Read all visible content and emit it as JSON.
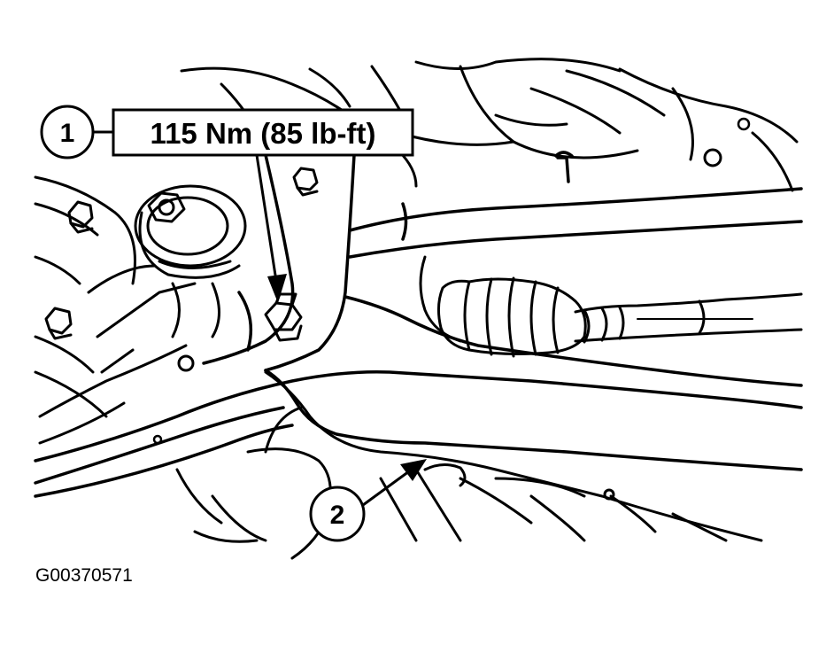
{
  "callouts": [
    {
      "number": "1",
      "label": "115 Nm (85 lb-ft)"
    },
    {
      "number": "2"
    }
  ],
  "figure_id": "G00370571"
}
